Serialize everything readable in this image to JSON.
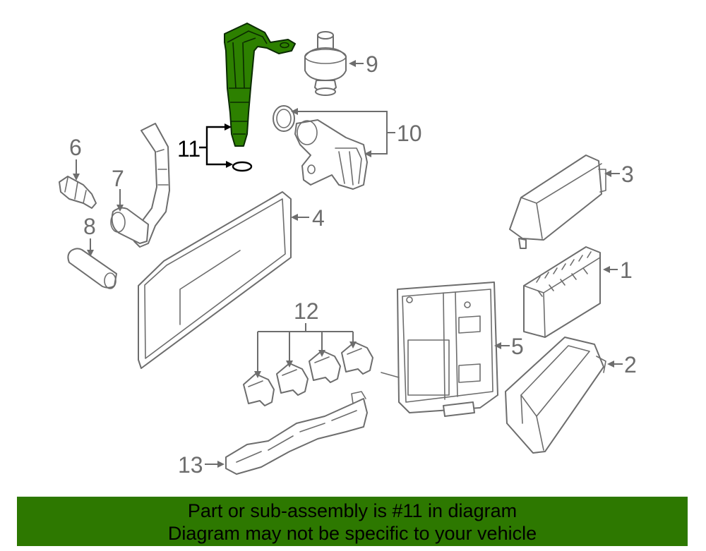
{
  "diagram": {
    "highlighted_part": "11",
    "callouts": {
      "c1": "1",
      "c2": "2",
      "c3": "3",
      "c4": "4",
      "c5": "5",
      "c6": "6",
      "c7": "7",
      "c8": "8",
      "c9": "9",
      "c10": "10",
      "c11": "11",
      "c12": "12",
      "c13": "13"
    },
    "colors": {
      "highlight": "#2d8000",
      "line": "#6d6d6d",
      "banner": "#2d7800"
    }
  },
  "banner": {
    "line1": "Part or sub-assembly is #11 in diagram",
    "line2": "Diagram may not be specific to your vehicle"
  }
}
